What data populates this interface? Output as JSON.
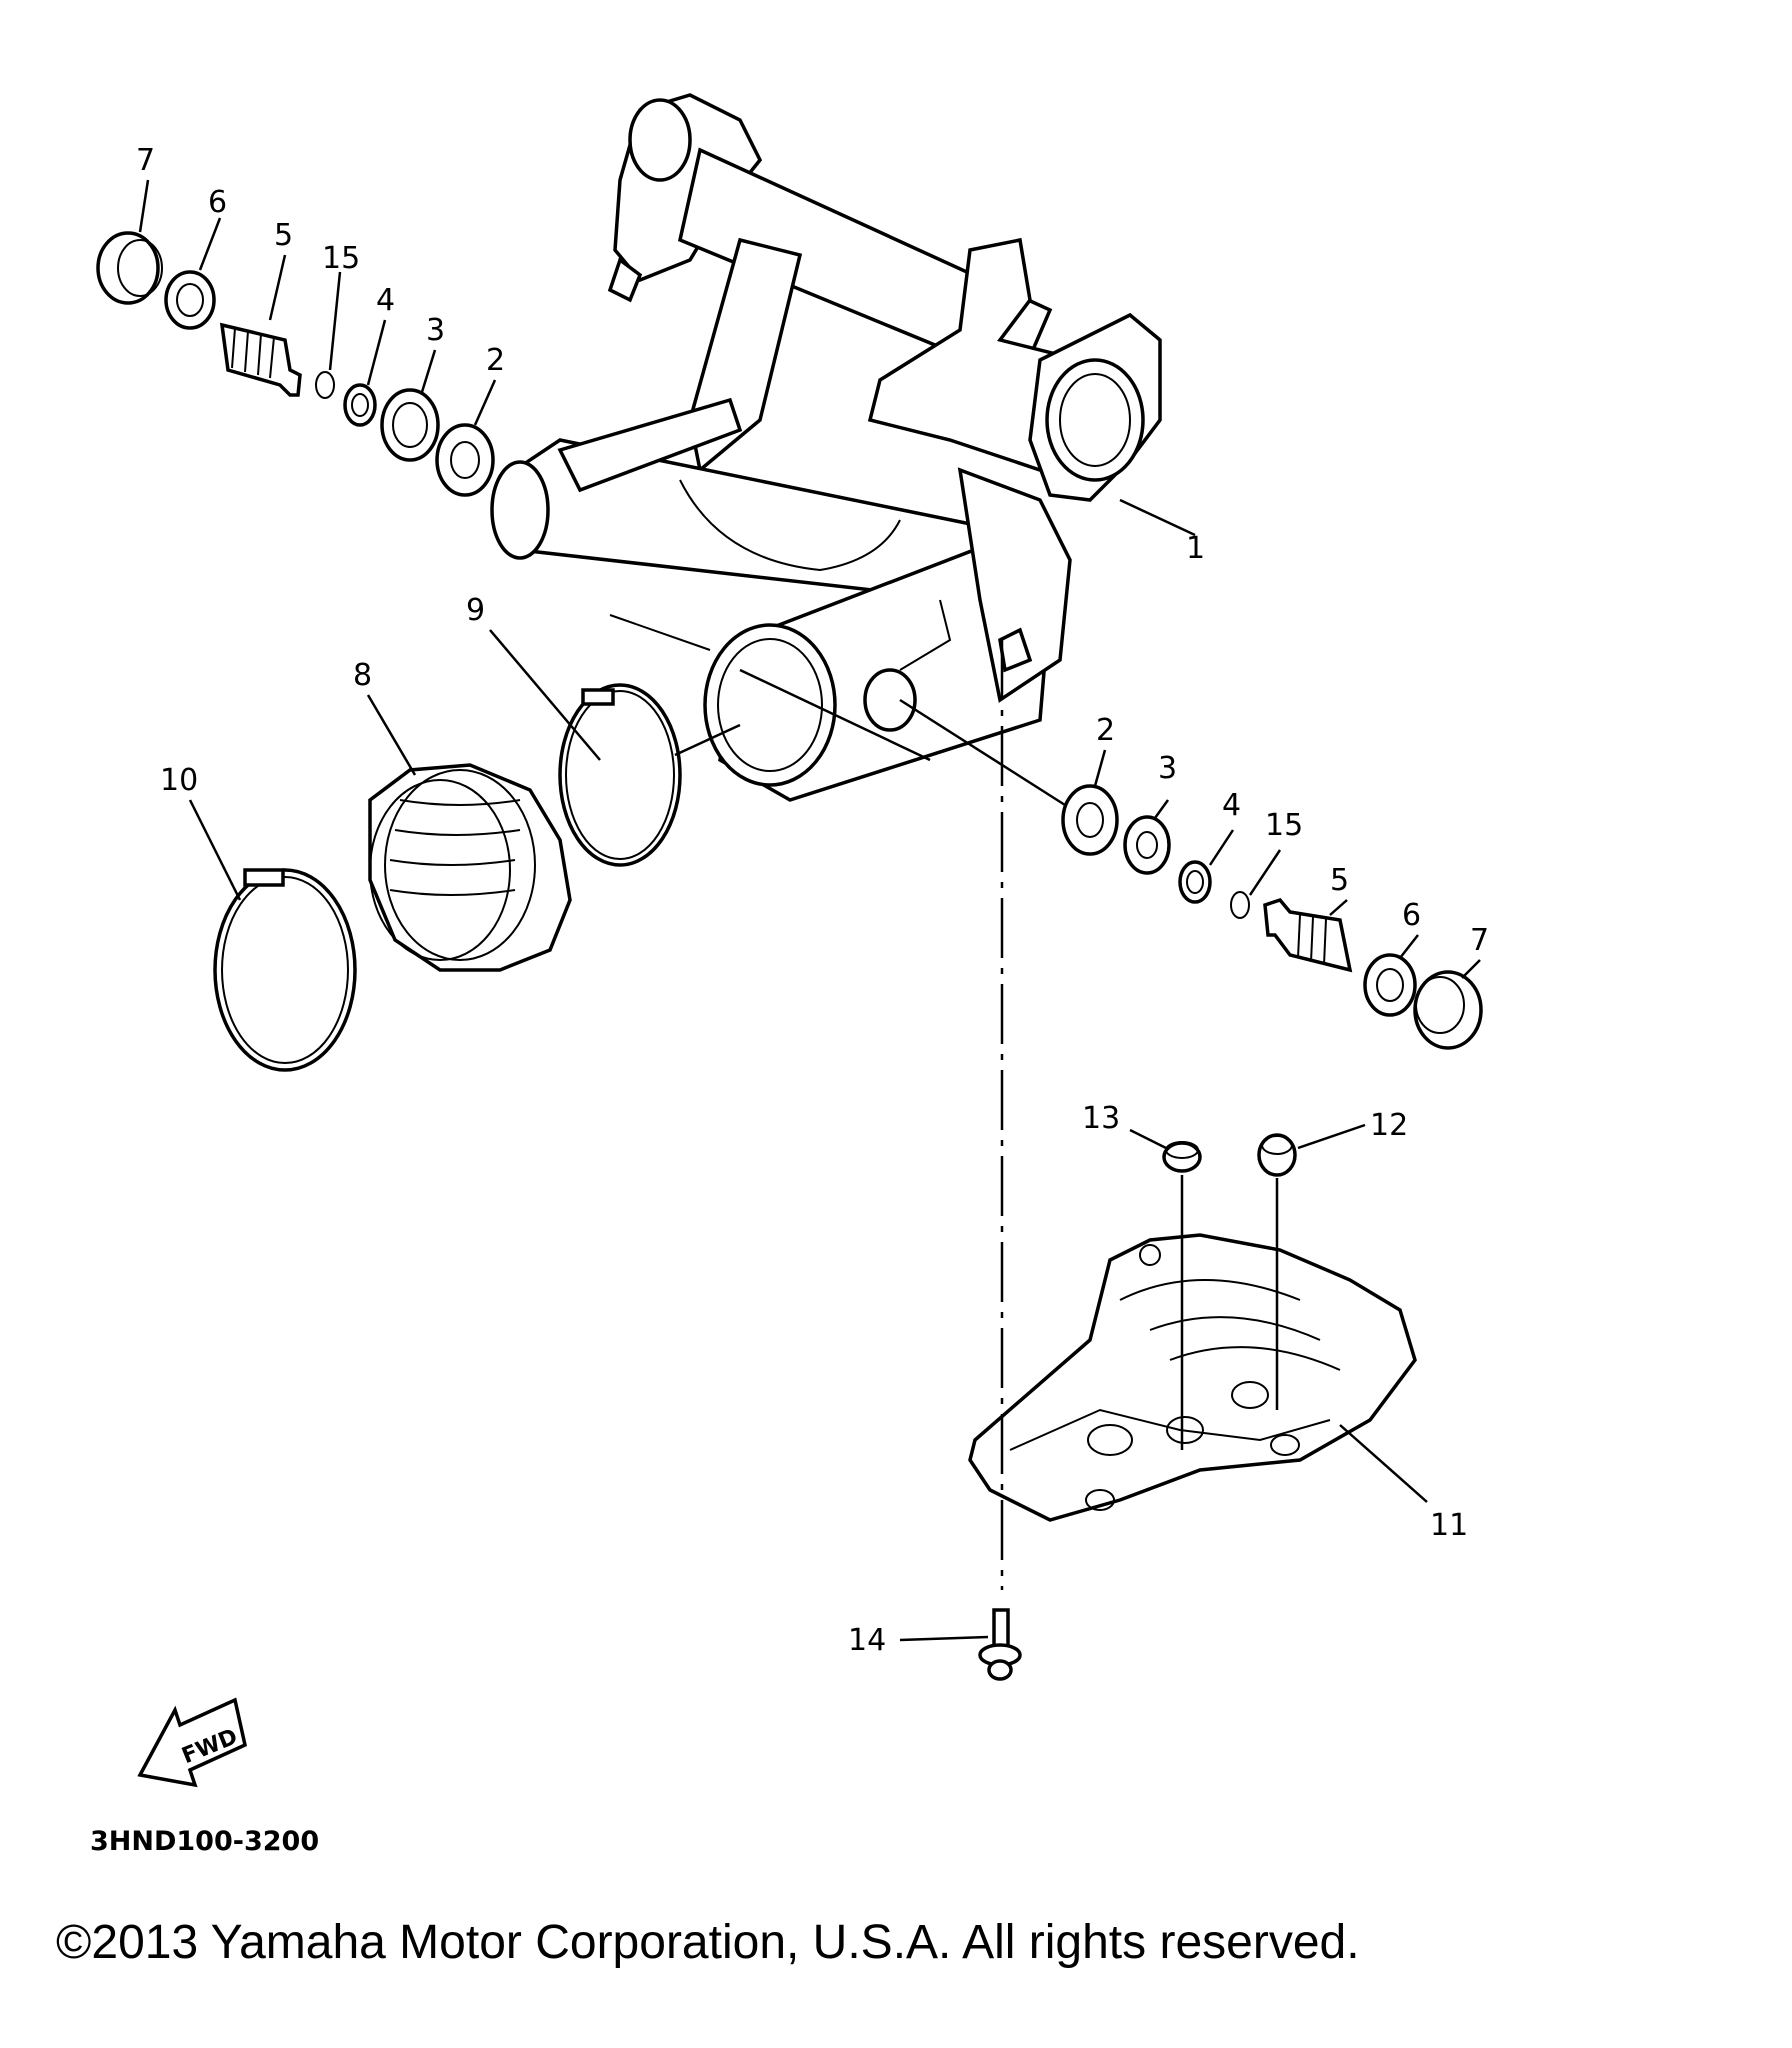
{
  "callouts": {
    "c1": "1",
    "c2a": "2",
    "c2b": "2",
    "c3a": "3",
    "c3b": "3",
    "c4a": "4",
    "c4b": "4",
    "c5a": "5",
    "c5b": "5",
    "c6a": "6",
    "c6b": "6",
    "c7a": "7",
    "c7b": "7",
    "c8": "8",
    "c9": "9",
    "c10": "10",
    "c11": "11",
    "c12": "12",
    "c13": "13",
    "c14": "14",
    "c15a": "15",
    "c15b": "15"
  },
  "fwd_label": "FWD",
  "diagram_code": "3HND100-3200",
  "copyright": "©2013 Yamaha Motor Corporation, U.S.A. All rights reserved."
}
